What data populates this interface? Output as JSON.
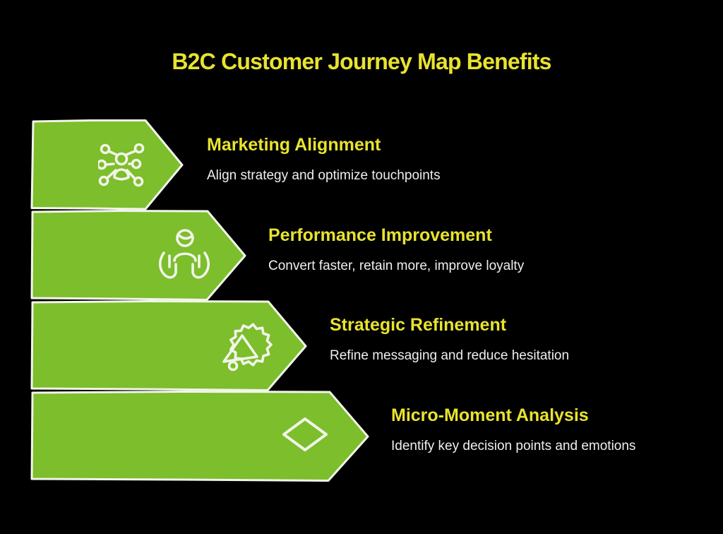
{
  "title": "B2C Customer Journey Map Benefits",
  "theme": {
    "background": "#000000",
    "arrow_green": "#7CBE2B",
    "outline_white": "#F2F5EA",
    "heading_yellow": "#E8E32E",
    "description_white": "#EFEFEF"
  },
  "benefits": [
    {
      "heading": "Marketing Alignment",
      "description": "Align strategy and optimize touchpoints",
      "icon": "network-people-icon"
    },
    {
      "heading": "Performance Improvement",
      "description": "Convert faster, retain more, improve loyalty",
      "icon": "person-care-icon"
    },
    {
      "heading": "Strategic Refinement",
      "description": "Refine messaging and reduce hesitation",
      "icon": "megaphone-badge-icon"
    },
    {
      "heading": "Micro-Moment Analysis",
      "description": "Identify key decision points and emotions",
      "icon": "diamond-icon"
    }
  ]
}
